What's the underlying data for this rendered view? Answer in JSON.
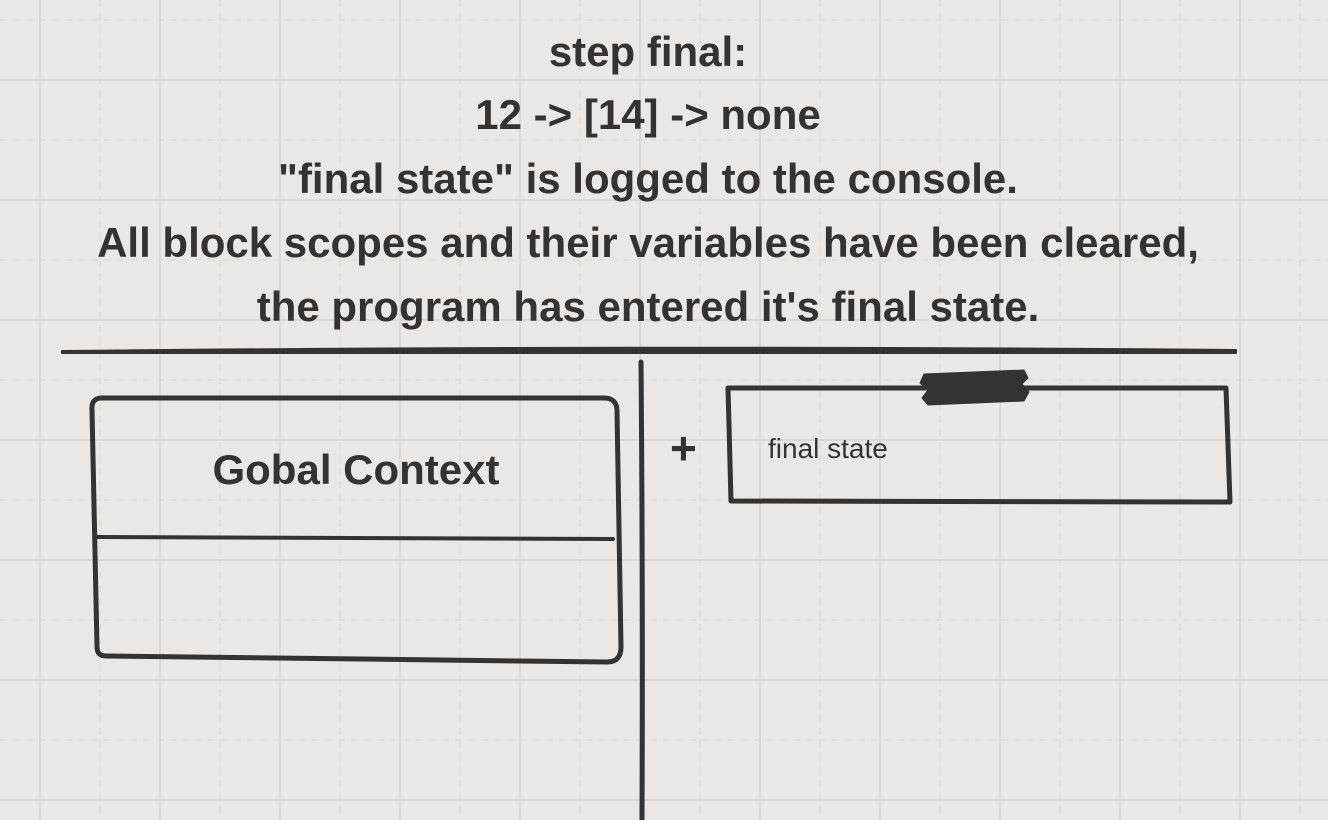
{
  "header": {
    "lines": [
      "step final:",
      "12 -> [14] -> none",
      "\"final state\" is logged to the console.",
      "All block scopes and their variables have been cleared,",
      "the program has entered it's final state."
    ]
  },
  "global_context": {
    "title": "Gobal Context"
  },
  "console": {
    "plus": "+",
    "output": "final state"
  },
  "colors": {
    "background": "#ebe7e4",
    "grid": "#d8d4d1",
    "ink": "#333333"
  }
}
